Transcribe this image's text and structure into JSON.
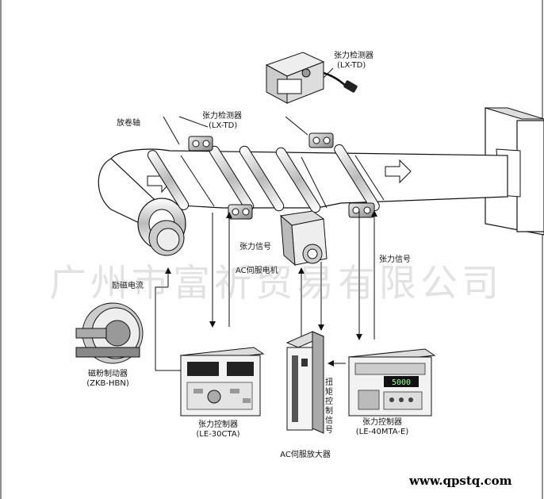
{
  "labels": {
    "tension_detector_top": "张力检测器",
    "tension_detector_top_model": "(LX-TD)",
    "unwind_shaft": "放卷轴",
    "tension_detector_mid": "张力检测器",
    "tension_detector_mid_model": "(LX-TD)",
    "tension_signal_left": "张力信号",
    "tension_signal_right": "张力信号",
    "ac_servo_motor": "AC伺服电机",
    "excitation_current": "励磁电流",
    "brake": "磁粉制动器",
    "brake_model": "(ZKB-HBN)",
    "controller_left": "张力控制器",
    "controller_left_model": "(LE-30CTA)",
    "controller_right": "张力控制器",
    "controller_right_model": "(LE-40MTA-E)",
    "torque_signal": "扭矩控制信号",
    "ac_servo_amplifier": "AC伺服放大器"
  },
  "watermark": "广州市富祈贸易有限公司",
  "website": "www.qpstq.com",
  "displays": {
    "right_controller_readout": "5000"
  }
}
